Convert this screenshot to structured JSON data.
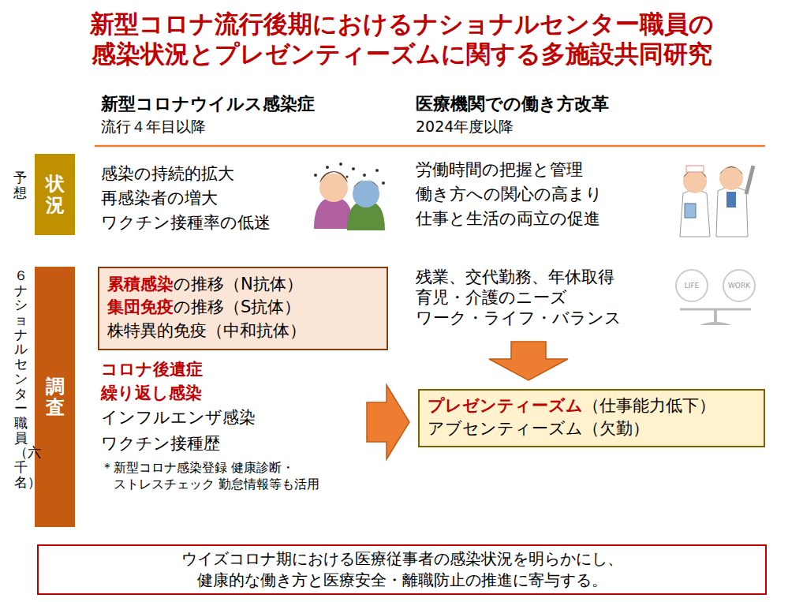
{
  "diagram": {
    "title": "新型コロナ流行後期におけるナショナルセンター職員の 感染状況とプレゼンティーズムに関する多施設共同研究",
    "nodes": [
      {
        "text": [
          "状況"
        ]
      },
      {
        "text": [
          "調査"
        ]
      },
      {
        "text": [
          "累積感染",
          "の推移（N抗体）",
          "集団免疫",
          "の推移（S抗体）",
          "株特異的免疫（中和抗体）"
        ]
      },
      {
        "text": [
          "プレゼンティーズム",
          "（仕事能力低下）",
          "アブセンティーズム（欠勤）"
        ]
      },
      {
        "text": [
          "ウイズコロナ期における医療従事者の感染状況を明らかにし、 健康的な働き方と医療安全・離職防止の推進に寄与する。"
        ]
      }
    ],
    "labels": [
      "新型コロナウイルス感染症",
      "流行４年目以降",
      "医療機関での働き方改革",
      "2024年度以降",
      "予想",
      "感染の持続的拡大",
      "再感染者の増大",
      "ワクチン接種率の低迷",
      "労働時間の把握と管理",
      "働き方への関心の高まり",
      "仕事と生活の両立の促進",
      "６ナショナルセンター職員（六千名）",
      "残業、交代勤務、年休取得",
      "育児・介護のニーズ",
      "ワーク・ライフ・バランス",
      "LIFE",
      "WORK",
      "コロナ後遺症",
      "繰り返し感染",
      "インフルエンザ感染",
      "ワクチン接種歴",
      "＊新型コロナ感染登録 健康診断・ストレスチェック 勤怠情報等も活用"
    ]
  }
}
